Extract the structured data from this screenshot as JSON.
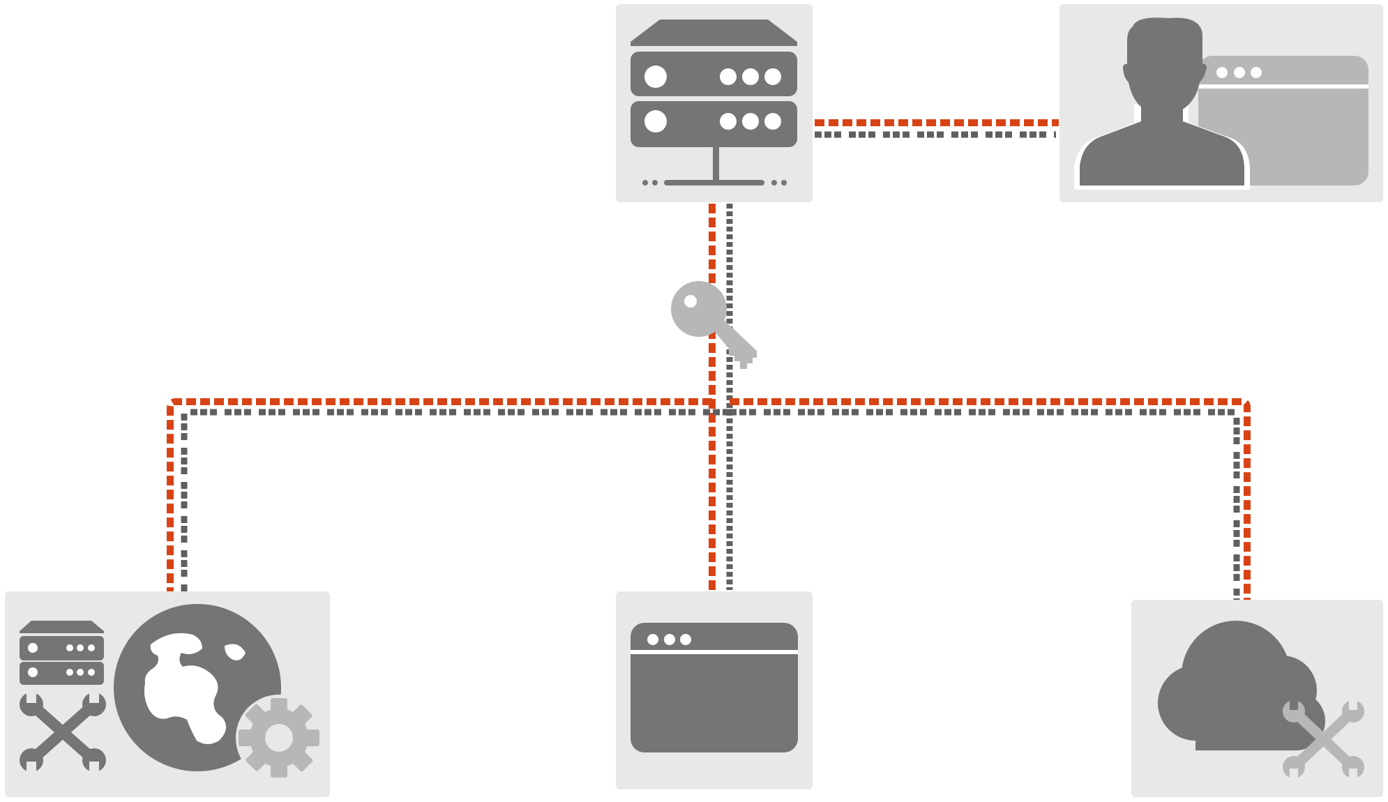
{
  "diagram": {
    "nodes": [
      {
        "id": "server",
        "icon": "server-icon"
      },
      {
        "id": "admin-user",
        "icon": "user-browser-icon"
      },
      {
        "id": "web-services-tools",
        "icon": "globe-tools-icon"
      },
      {
        "id": "browser-window",
        "icon": "browser-window-icon"
      },
      {
        "id": "cloud-tools",
        "icon": "cloud-tools-icon"
      }
    ],
    "connectors": [
      {
        "from": "server",
        "to": "admin-user"
      },
      {
        "from": "server",
        "to": "web-services-tools"
      },
      {
        "from": "server",
        "to": "browser-window"
      },
      {
        "from": "server",
        "to": "cloud-tools"
      }
    ],
    "key_icon": "key-icon",
    "colors": {
      "node_background": "#e8e8e8",
      "icon_dark": "#757575",
      "icon_light": "#b7b7b7",
      "connector_orange": "#d84315",
      "connector_gray": "#5f5f5f"
    }
  }
}
